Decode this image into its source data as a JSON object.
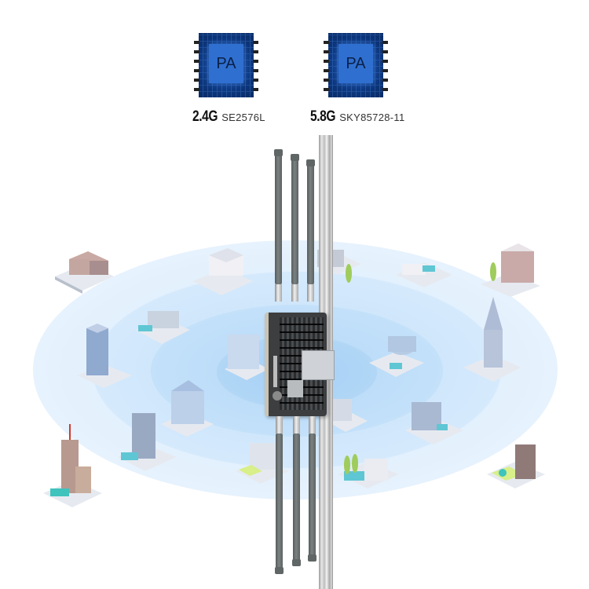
{
  "chips": [
    {
      "core_label": "PA",
      "frequency": "2.4G",
      "model": "SE2576L"
    },
    {
      "core_label": "PA",
      "frequency": "5.8G",
      "model": "SKY85728-11"
    }
  ],
  "illustration": {
    "subject": "outdoor wireless access point mounted on pole with four omni antennas",
    "coverage_rings": 4,
    "colors": {
      "chip_blue": "#0d3a80",
      "chip_core": "#2f6fd0",
      "coverage_light": "#e3f1fd",
      "coverage_mid": "#cfe6fb",
      "coverage_inner": "#b9dbf8",
      "antenna_gray": "#6a7070",
      "device_body": "#3c3e40"
    }
  }
}
